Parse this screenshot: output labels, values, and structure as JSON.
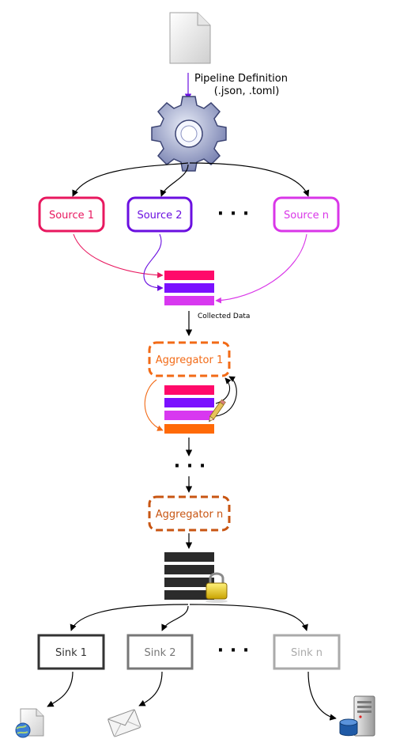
{
  "input": {
    "label_line1": "Pipeline Definition",
    "label_line2": "(.json, .toml)"
  },
  "sources": [
    {
      "label": "Source 1",
      "color": "#e8185f"
    },
    {
      "label": "Source 2",
      "color": "#6a0fe0"
    },
    {
      "label": "Source n",
      "color": "#d936e8"
    }
  ],
  "collected_label": "Collected Data",
  "aggregators": [
    {
      "label": "Aggregator 1",
      "color": "#f26a16"
    },
    {
      "label": "Aggregator n",
      "color": "#c85512"
    }
  ],
  "sinks": [
    {
      "label": "Sink 1",
      "color": "#333333"
    },
    {
      "label": "Sink 2",
      "color": "#777777"
    },
    {
      "label": "Sink n",
      "color": "#aaaaaa"
    }
  ],
  "ellipsis": "·  ·  ·",
  "icons": {
    "document": "document-icon",
    "gear": "gear-icon",
    "lock": "padlock-icon",
    "pencil": "pencil-icon",
    "web_file": "web-file-icon",
    "email": "email-icon",
    "database_server": "database-server-icon"
  },
  "colors": {
    "data_red": "#ff0a6a",
    "data_purple": "#7a10ff",
    "data_magenta": "#d838f0",
    "data_orange": "#ff6a08",
    "data_dark": "#2b2b2b"
  }
}
